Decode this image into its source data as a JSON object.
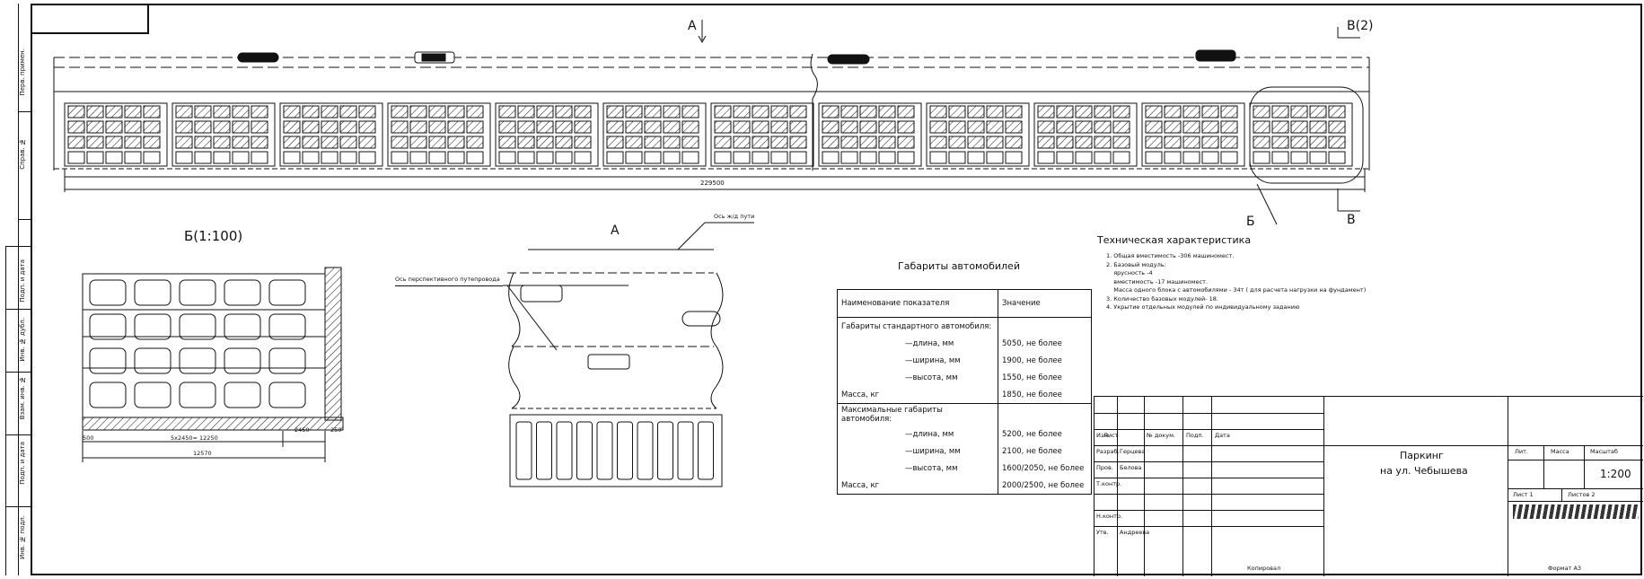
{
  "plan": {
    "section_a_marker": "A",
    "section_b_marker_top": "B(2)",
    "section_b_marker_bottom": "B",
    "detail_marker": "Б",
    "overall_dimension": "229500"
  },
  "detail": {
    "title": "Б(1:100)",
    "dim_left": "500",
    "dim_module": "5х2450= 12250",
    "dim_total": "12570",
    "dim_right_1": "2450",
    "dim_right_2": "250"
  },
  "section_a": {
    "title": "A",
    "axis_label_top": "Ось ж/д пути",
    "axis_label_left": "Ось перспективного путепровода"
  },
  "tech": {
    "title": "Техническая характеристика",
    "items": [
      "1. Общая вместимость -306 машиномест.",
      "2. Базовый модуль:",
      "    ярусность -4",
      "    вместимость -17 машиномест.",
      "    Масса одного блока с автомобилями - 34т ( для расчета нагрузки на фундамент)",
      "3. Количество базовых модулей- 18.",
      "4. Укрытие отдельных модулей по индивидуальному заданию"
    ]
  },
  "dims_table": {
    "title": "Габариты автомобилей",
    "header": [
      "Наименование показателя",
      "Значение"
    ],
    "rows": [
      {
        "name": "Габариты стандартного автомобиля:",
        "value": "",
        "indent": false,
        "border": false
      },
      {
        "name": "—длина, мм",
        "value": "5050, не более",
        "indent": true,
        "border": false
      },
      {
        "name": "—ширина, мм",
        "value": "1900, не более",
        "indent": true,
        "border": false
      },
      {
        "name": "—высота, мм",
        "value": "1550, не более",
        "indent": true,
        "border": false
      },
      {
        "name": "Масса, кг",
        "value": "1850, не более",
        "indent": false,
        "border": true
      },
      {
        "name": "Максимальные габариты автомобиля:",
        "value": "",
        "indent": false,
        "border": false
      },
      {
        "name": "—длина, мм",
        "value": "5200, не более",
        "indent": true,
        "border": false
      },
      {
        "name": "—ширина, мм",
        "value": "2100, не более",
        "indent": true,
        "border": false
      },
      {
        "name": "—высота, мм",
        "value": "1600/2050, не более",
        "indent": true,
        "border": false
      },
      {
        "name": "Масса, кг",
        "value": "2000/2500, не более",
        "indent": false,
        "border": true
      }
    ]
  },
  "title_block": {
    "project_title_1": "Паркинг",
    "project_title_2": "на ул. Чебышева",
    "stage_header": "Лит.",
    "mass_header": "Масса",
    "scale_header": "Масштаб",
    "scale_value": "1:200",
    "sheet_label": "Лист 1",
    "sheets_label": "Листов 2",
    "row_labels": [
      "Изм.",
      "Лист",
      "№ докум.",
      "Подп.",
      "Дата"
    ],
    "staff_labels": [
      "Разраб.",
      "Пров.",
      "Т.контр.",
      "",
      "Н.контр.",
      "Утв."
    ],
    "staff_names": [
      "Герцева",
      "Белова",
      "",
      "",
      "",
      "Андреева"
    ],
    "copied_label": "Копировал",
    "format_label": "Формат А3"
  },
  "side_stamp": {
    "labels": [
      "Перв. примен.",
      "Справ. №",
      "Подп. и дата",
      "Инв. № дубл.",
      "Взам. инв. №",
      "Подп. и дата",
      "Инв. № подл."
    ]
  }
}
